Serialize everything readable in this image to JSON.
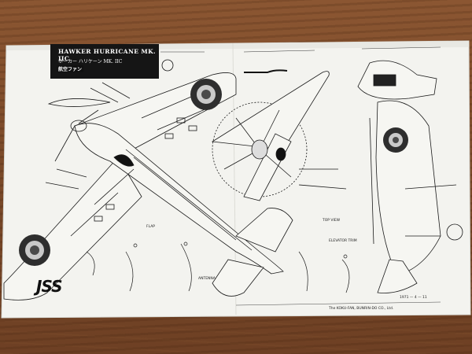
{
  "title_block": {
    "title_en": "HAWKER HURRICANE MK. IIC",
    "title_jp": "ホーカー ハリケーン MK. IIC",
    "publisher_badge": "航空ファン"
  },
  "labels": {
    "flap": "FLAP",
    "antenna": "ANTENNA",
    "elevator_trim": "ELEVATOR TRIM",
    "top_view": "TOP VIEW",
    "date": "1971 — 4 — 11",
    "brand": "JSS"
  },
  "footer": {
    "company": "The KOKU-FAN, BUNRIN-DO CO., Ltd."
  },
  "colors": {
    "paper": "#f2f2ee",
    "wood": "#7b4a29",
    "roundel_dark": "#2e2e2e",
    "roundel_light": "#bdbdbd"
  }
}
